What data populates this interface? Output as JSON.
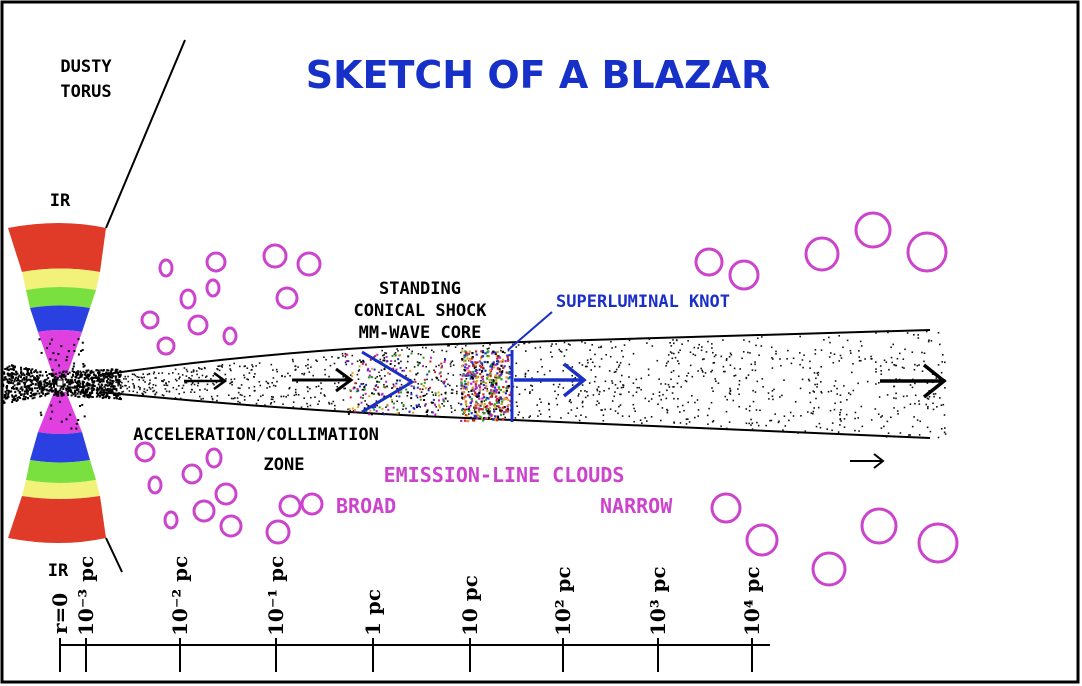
{
  "title": "SKETCH OF A BLAZAR",
  "labels": {
    "dusty_torus_line1": "DUSTY",
    "dusty_torus_line2": "TORUS",
    "ir_top": "IR",
    "ir_bottom": "IR",
    "standing_line1": "STANDING",
    "standing_line2": "CONICAL SHOCK",
    "standing_line3": "MM-WAVE CORE",
    "superluminal_knot": "SUPERLUMINAL KNOT",
    "acceleration_line1": "ACCELERATION/COLLIMATION",
    "acceleration_line2": "ZONE",
    "emission_line_clouds": "EMISSION-LINE CLOUDS",
    "broad": "BROAD",
    "narrow": "NARROW"
  },
  "scale_ticks": [
    "r=0",
    "10⁻³ pc",
    "10⁻² pc",
    "10⁻¹ pc",
    "1 pc",
    "10 pc",
    "10² pc",
    "10³ pc",
    "10⁴ pc"
  ],
  "colors": {
    "title": "#1630c8",
    "clouds": "#cc44cc",
    "torus_bands": [
      "#e03a28",
      "#f2f27a",
      "#7ae040",
      "#2a40e0",
      "#e040e0"
    ]
  }
}
